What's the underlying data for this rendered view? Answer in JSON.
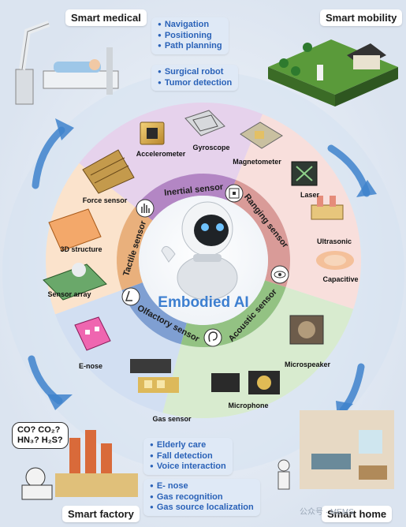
{
  "corners": {
    "smart_medical": "Smart medical",
    "smart_mobility": "Smart mobility",
    "smart_factory": "Smart factory",
    "smart_home": "Smart home"
  },
  "mobility_bullets": [
    "Navigation",
    "Positioning",
    "Path planning"
  ],
  "medical_bullets": [
    "Surgical robot",
    "Tumor detection"
  ],
  "home_bullets": [
    "Elderly care",
    "Fall detection",
    "Voice interaction"
  ],
  "factory_bullets": [
    "E- nose",
    "Gas recognition",
    "Gas source localization"
  ],
  "gas_question": {
    "line1": "CO? CO₂?",
    "line2": "HN₃? H₂S?"
  },
  "center_title": "Embodied AI",
  "sensor_categories": {
    "inertial": "Inertial sensor",
    "ranging": "Ranging sensor",
    "acoustic": "Acoustic sensor",
    "olfactory": "Olfactory sensor",
    "tactile": "Tactile sensor"
  },
  "devices": {
    "accelerometer": "Accelerometer",
    "gyroscope": "Gyroscope",
    "magnetometer": "Magnetometer",
    "laser": "Laser",
    "ultrasonic": "Ultrasonic",
    "capacitive": "Capacitive",
    "microspeaker": "Microspeaker",
    "microphone": "Microphone",
    "gas_sensor": "Gas sensor",
    "e_nose": "E-nose",
    "force_sensor": "Force sensor",
    "structure_3d": "3D structure",
    "sensor_array": "Sensor array"
  },
  "watermark": "公众号 · MEMS",
  "colors": {
    "inertial_sector": "#e6d2ec",
    "ranging_sector": "#f8dfdc",
    "acoustic_sector": "#d8ebcf",
    "olfactory_sector": "#d2dff2",
    "tactile_sector": "#fbe3cc",
    "inertial_band": "#b386c4",
    "ranging_band": "#d99b98",
    "acoustic_band": "#93c283",
    "olfactory_band": "#7f9fd2",
    "tactile_band": "#e9b07c",
    "title_blue": "#3d7fd0",
    "bullet_blue": "#2a62b8",
    "arrow_blue": "#3e82cc"
  }
}
